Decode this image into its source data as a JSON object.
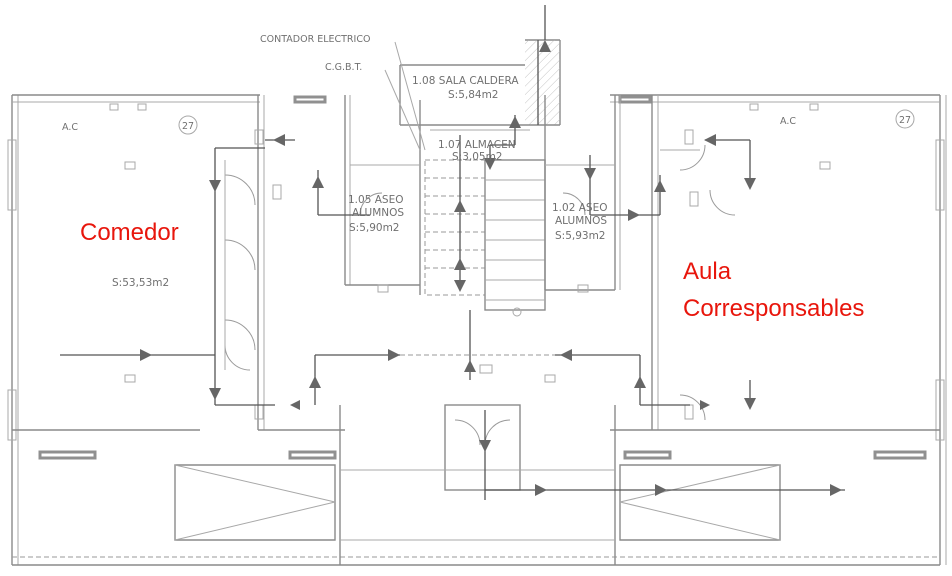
{
  "labels": {
    "comedor": "Comedor",
    "aula_line1": "Aula",
    "aula_line2": "Corresponsables",
    "label_color": "#e8160c"
  },
  "plan_text": {
    "contador": "CONTADOR ELECTRICO",
    "cgbt": "C.G.B.T.",
    "sala_caldera": "1.08  SALA CALDERA",
    "sala_caldera_area": "S:5,84m2",
    "almacen": "1.07  ALMACEN",
    "almacen_area": "S:3,05m2",
    "aseo_left": "1.05  ASEO",
    "aseo_left_sub": "ALUMNOS",
    "aseo_left_area": "S:5,90m2",
    "aseo_right": "1.02  ASEO",
    "aseo_right_sub": "ALUMNOS",
    "aseo_right_area": "S:5,93m2",
    "ac_left": "A.C",
    "ac_right": "A.C",
    "capacity_left": "27",
    "capacity_right": "27",
    "comedor_area": "S:53,53m2"
  }
}
